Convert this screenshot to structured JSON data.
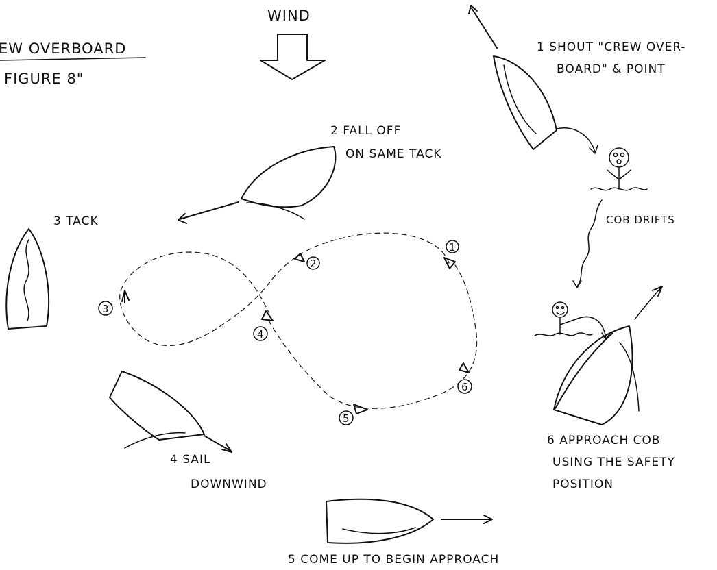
{
  "title": {
    "line1": "EW OVERBOARD",
    "line2": "FIGURE 8\""
  },
  "wind": {
    "label": "WIND"
  },
  "steps": {
    "s1_line1": "1 SHOUT \"CREW OVER-",
    "s1_line2": "BOARD\" & POINT",
    "s2_line1": "2 FALL OFF",
    "s2_line2": "ON SAME TACK",
    "s3": "3 TACK",
    "s4_line1": "4 SAIL",
    "s4_line2": "DOWNWIND",
    "s5": "5 COME UP TO BEGIN APPROACH",
    "s6_line1": "6 APPROACH COB",
    "s6_line2": "USING THE SAFETY",
    "s6_line3": "POSITION"
  },
  "cob_label": "COB DRIFTS",
  "path_markers": [
    "1",
    "2",
    "3",
    "4",
    "5",
    "6"
  ]
}
